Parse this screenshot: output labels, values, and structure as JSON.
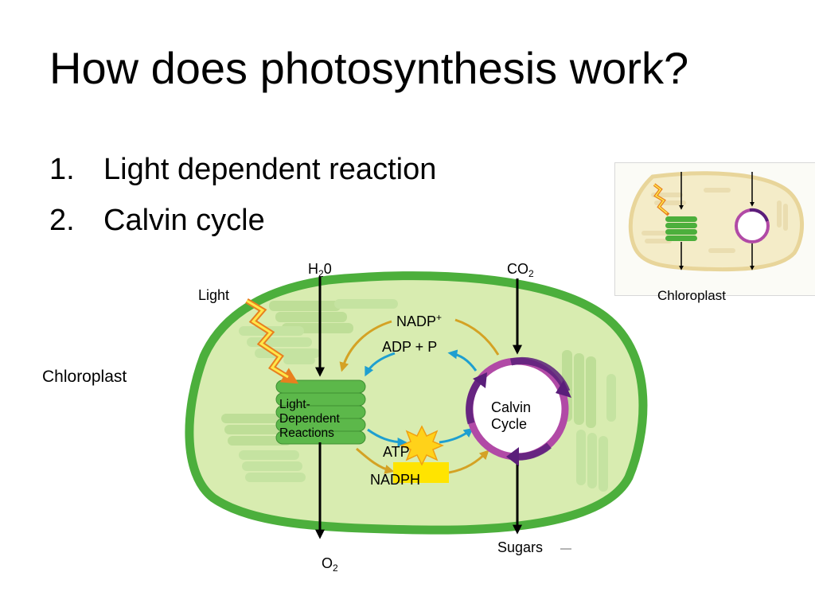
{
  "slide": {
    "title": "How does photosynthesis work?",
    "list": [
      {
        "number": "1.",
        "text": "Light dependent reaction"
      },
      {
        "number": "2.",
        "text": "Calvin cycle"
      }
    ]
  },
  "diagram": {
    "chloroplast_label": "Chloroplast",
    "light_label": "Light",
    "water": {
      "base": "H",
      "sub": "2",
      "tail": "0"
    },
    "co2": {
      "base": "CO",
      "sub": "2"
    },
    "nadp": {
      "base": "NADP",
      "sup": "+"
    },
    "adp_label": "ADP + P",
    "light_dependent_lines": [
      "Light-",
      "Dependent",
      "Reactions"
    ],
    "calvin_lines": [
      "Calvin",
      "Cycle"
    ],
    "atp_label": "ATP",
    "nadph_label": "NADPH",
    "oxygen": {
      "base": "O",
      "sub": "2"
    },
    "sugars_label": "Sugars"
  },
  "thumbnail": {
    "label": "Chloroplast"
  },
  "colors": {
    "chloroplast_outer": "#4caf3c",
    "chloroplast_inner": "#d8ecb0",
    "thylakoid": "#5cb84a",
    "calvin_ring": "#b14aa6",
    "calvin_arrow": "#5a1e7a",
    "gold_arrow": "#d4a224",
    "blue_arrow": "#1e9fd0",
    "nadph_box": "#ffe400",
    "atp_burst": "#ffd21a"
  }
}
